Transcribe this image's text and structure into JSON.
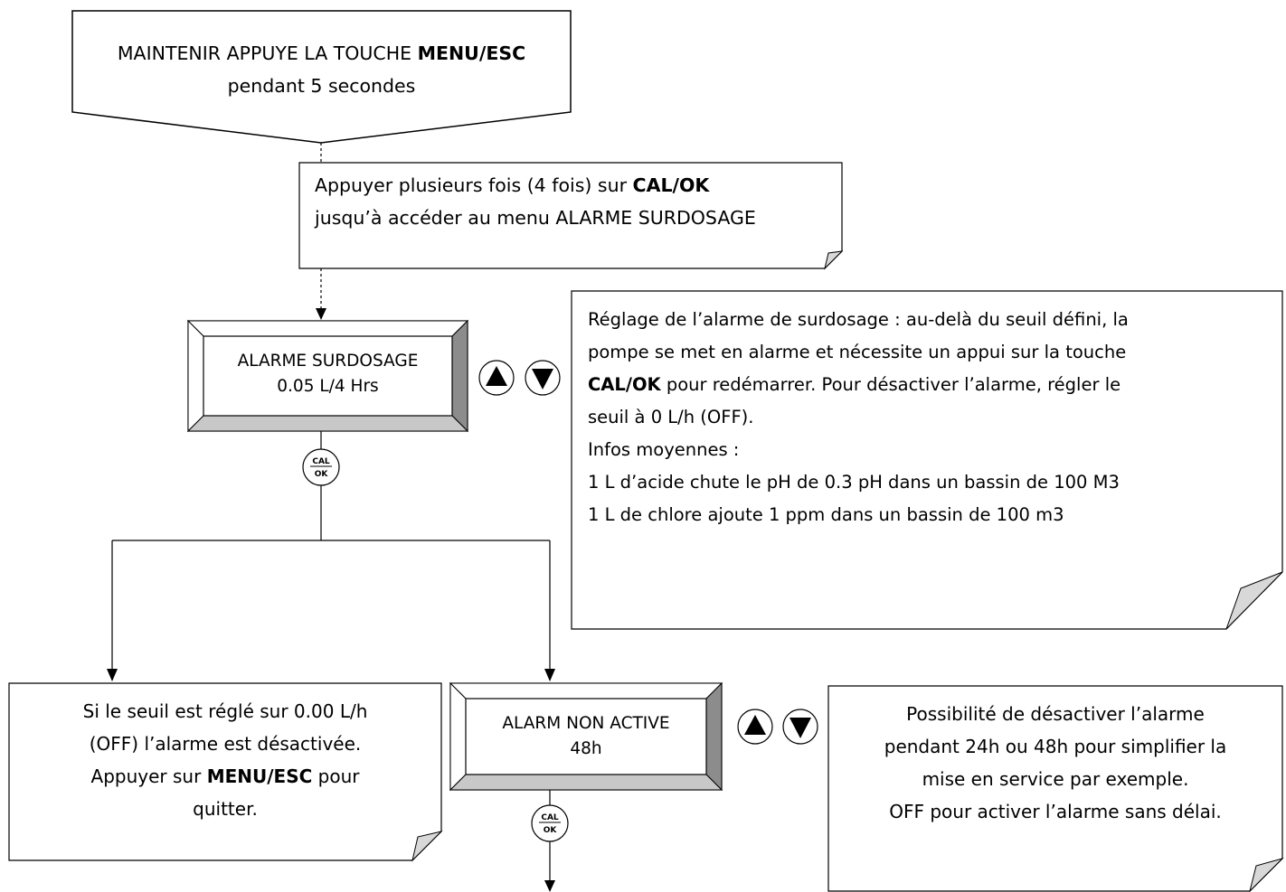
{
  "start": {
    "line1_prefix": "MAINTENIR APPUYE LA TOUCHE",
    "line1_key": "MENU/ESC",
    "line2": "pendant 5 secondes"
  },
  "step1": {
    "line1_prefix": "Appuyer plusieurs fois (4 fois) sur",
    "line1_key": "CAL/OK",
    "line2": "jusqu’à accéder au menu ALARME SURDOSAGE"
  },
  "display1": {
    "title": "ALARME SURDOSAGE",
    "value": "0.05 L/4 Hrs"
  },
  "display2": {
    "title": "ALARM NON ACTIVE",
    "value": "48h"
  },
  "buttons": {
    "cal_top": "CAL",
    "cal_bottom": "OK"
  },
  "note_alarm": {
    "line1": "Réglage de l’alarme de surdosage : au-delà du seuil défini, la",
    "line2": "pompe se met en alarme et nécessite un appui sur la touche",
    "line3_key": "CAL/OK",
    "line3_rest": " pour redémarrer. Pour désactiver l’alarme, régler le",
    "line4": "seuil à 0 L/h (OFF).",
    "line5": "Infos moyennes :",
    "line6": "1 L d’acide chute le pH de 0.3 pH dans un bassin de 100 M3",
    "line7": "1 L de chlore ajoute 1 ppm dans un bassin de 100 m3"
  },
  "note_off": {
    "line1": "Si le seuil est réglé sur 0.00 L/h",
    "line2": "(OFF) l’alarme est désactivée.",
    "line3_prefix": "Appuyer sur ",
    "line3_key": "MENU/ESC",
    "line3_suffix": " pour",
    "line4": "quitter."
  },
  "note_disable": {
    "line1": "Possibilité de désactiver l’alarme",
    "line2": "pendant 24h ou 48h pour simplifier la",
    "line3": "mise en service par exemple.",
    "line4": "OFF pour activer l’alarme sans délai."
  }
}
